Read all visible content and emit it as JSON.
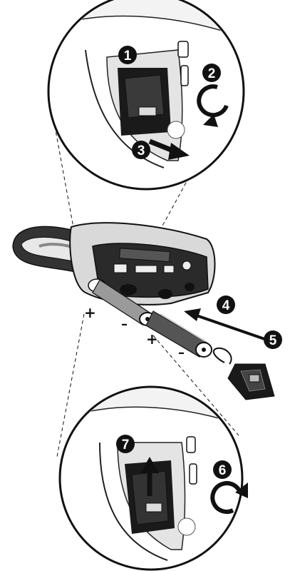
{
  "steps": [
    {
      "number": "1"
    },
    {
      "number": "2"
    },
    {
      "number": "3"
    },
    {
      "number": "4"
    },
    {
      "number": "5"
    },
    {
      "number": "6"
    },
    {
      "number": "7"
    }
  ],
  "polarity": {
    "plus_sign": "+",
    "minus_sign": "–"
  },
  "colors": {
    "ink": "#111111",
    "gray": "#8a8a8a",
    "light": "#e6e6e6",
    "background": "#ffffff"
  },
  "icons": {
    "rotate_counterclockwise": "rotate-ccw-arrow",
    "rotate_clockwise": "rotate-cw-arrow",
    "pull_out": "pull-arrow",
    "insert": "insert-arrow"
  }
}
